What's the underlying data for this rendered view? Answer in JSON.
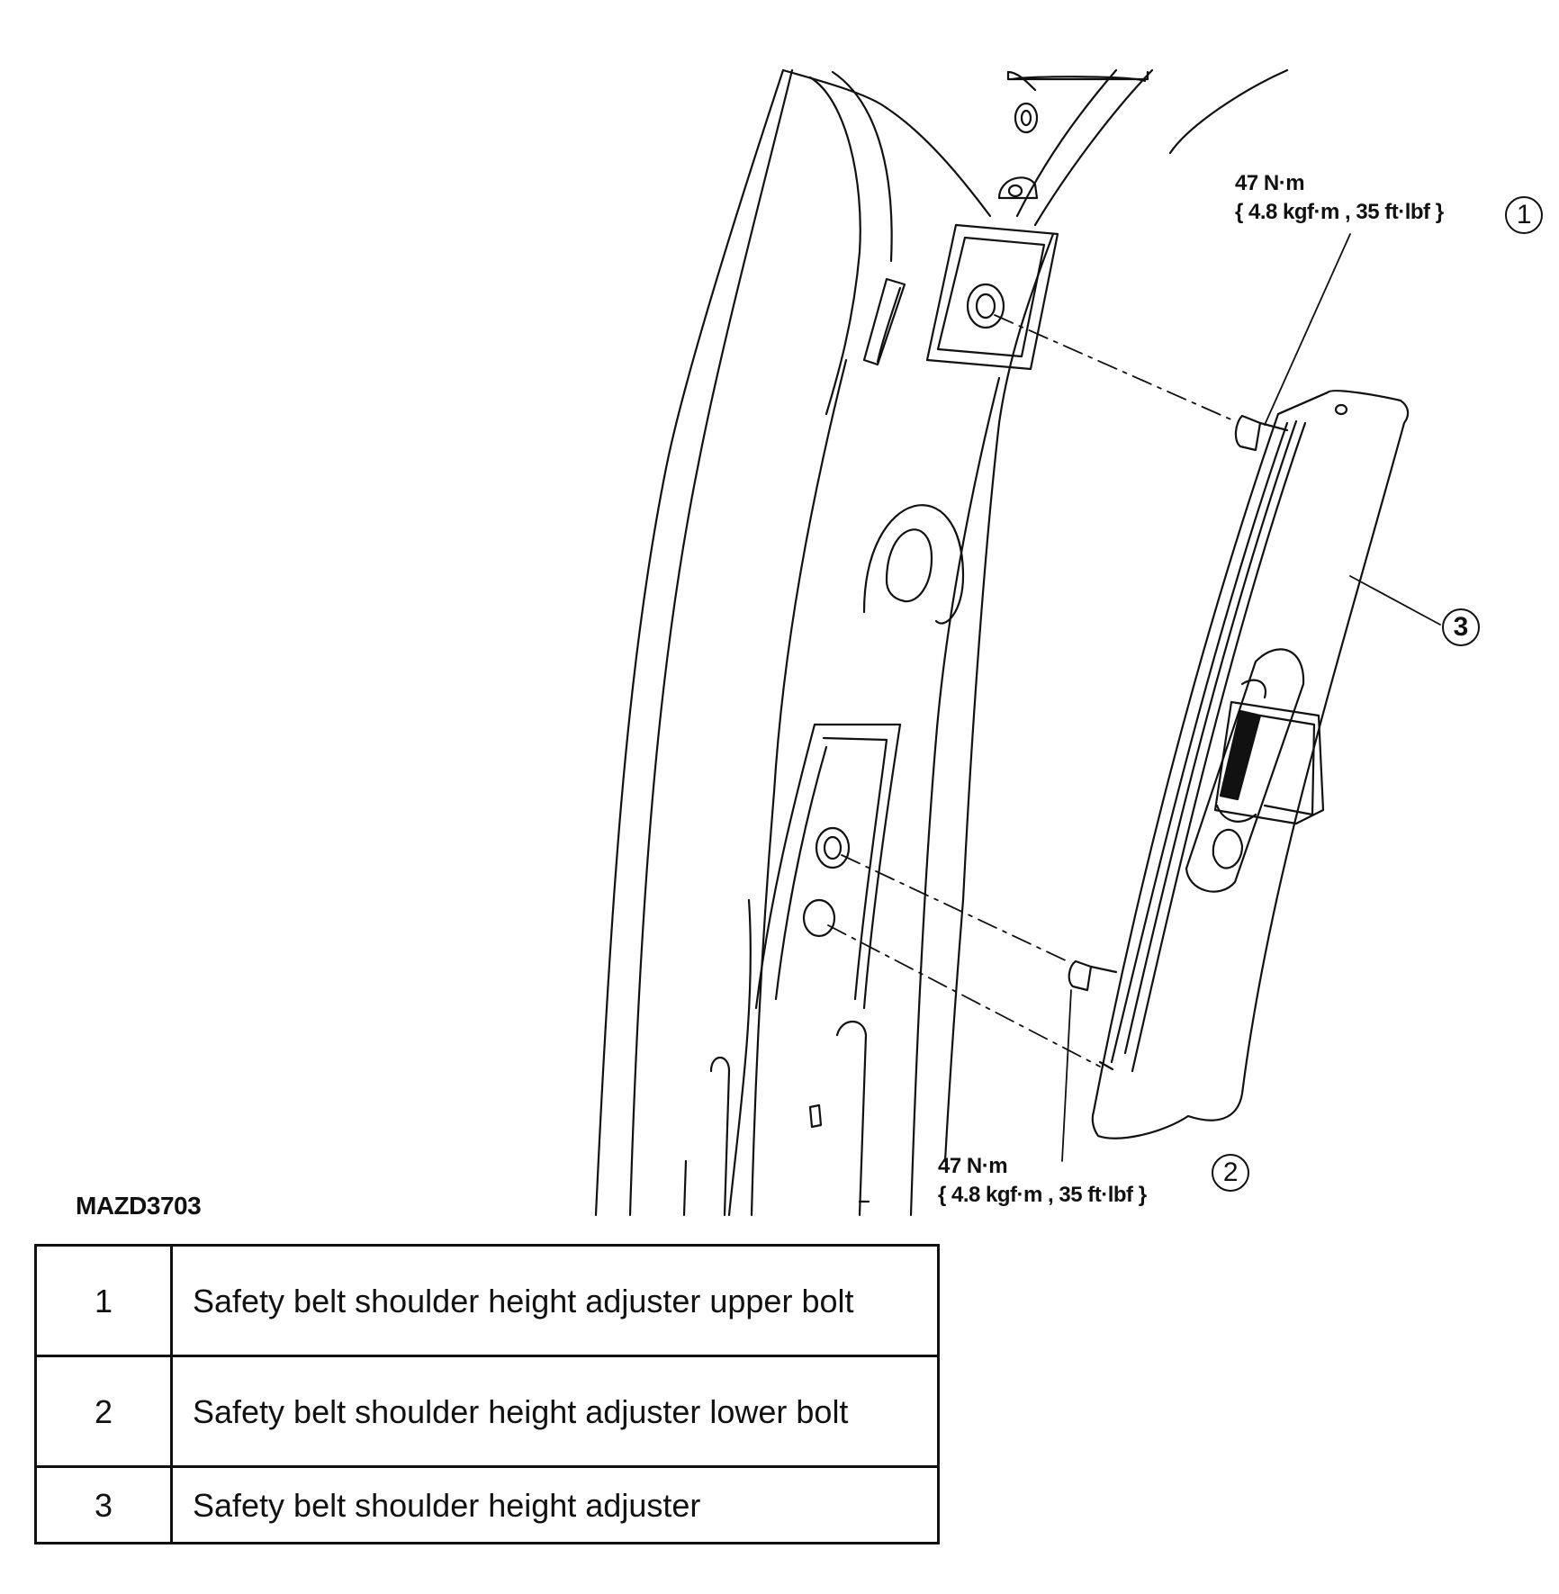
{
  "figure": {
    "id_label": "MAZD3703",
    "callouts": [
      {
        "number": "1",
        "torque_line1": "47 N·m",
        "torque_line2": "{ 4.8 kgf·m , 35 ft·lbf }"
      },
      {
        "number": "2",
        "torque_line1": "47 N·m",
        "torque_line2": "{ 4.8 kgf·m , 35 ft·lbf }"
      },
      {
        "number": "3"
      }
    ]
  },
  "legend": {
    "rows": [
      {
        "index": "1",
        "description": "Safety belt shoulder height adjuster upper bolt"
      },
      {
        "index": "2",
        "description": "Safety belt shoulder height adjuster lower bolt"
      },
      {
        "index": "3",
        "description": "Safety belt shoulder height adjuster"
      }
    ]
  }
}
